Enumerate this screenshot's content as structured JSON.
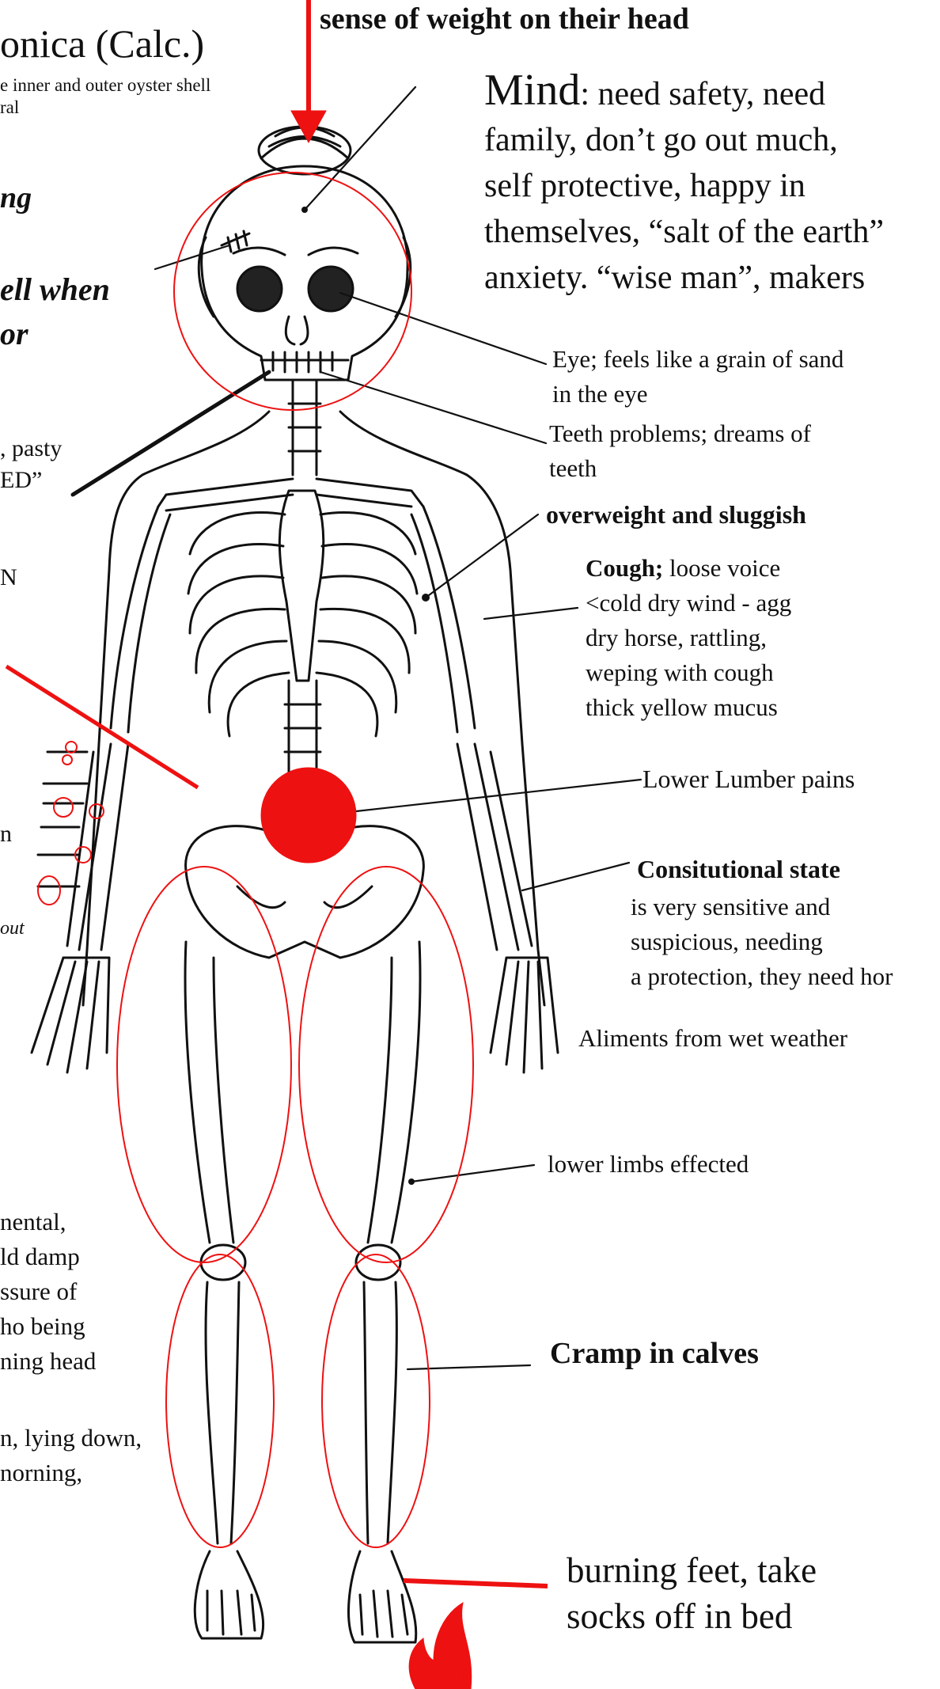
{
  "colors": {
    "accent": "#ee1111",
    "ink": "#111111"
  },
  "title": "onica (Calc.)",
  "title_sub": [
    "e inner and outer oyster shell",
    "ral"
  ],
  "top_label": "sense of weight on their head",
  "mind": {
    "heading": "Mind",
    "lines": [
      ": need safety, need",
      "family, don’t go out much,",
      "self protective, happy in",
      "themselves, “salt of the earth”",
      "anxiety. “wise man”, makers"
    ]
  },
  "left": {
    "ng": "ng",
    "ell_when": "ell when",
    "or": "or",
    "pasty": ", pasty",
    "ed": "ED”",
    "n": "N",
    "n2": "n",
    "out": "out",
    "lower_lines": [
      "nental,",
      "ld damp",
      "ssure of",
      "ho being",
      "ning head"
    ],
    "bottom_lines": [
      "n, lying down,",
      "norning,"
    ]
  },
  "right": {
    "eye": [
      "Eye; feels like a grain of sand",
      "in the eye"
    ],
    "teeth": [
      "Teeth problems; dreams of",
      "teeth"
    ],
    "overweight": "overweight and sluggish",
    "cough_head": "Cough;",
    "cough_lines": [
      " loose voice",
      "<cold dry wind - agg",
      "dry horse, rattling,",
      "weping with cough",
      "thick yellow mucus"
    ],
    "lumber": "Lower Lumber pains",
    "const_head": "Consitutional state",
    "const_lines": [
      "is very sensitive and",
      "suspicious, needing",
      "a protection, they need hor"
    ],
    "aliments": "Aliments from wet weather",
    "limbs": "lower limbs effected",
    "cramp": "Cramp in calves",
    "feet": [
      "burning feet, take",
      "socks off in bed"
    ]
  }
}
